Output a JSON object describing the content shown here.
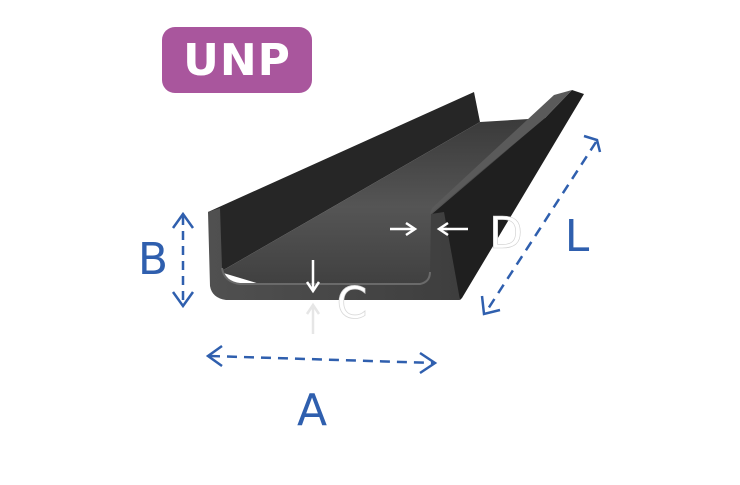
{
  "badge": {
    "text": "UNP"
  },
  "labels": {
    "a": "A",
    "b": "B",
    "c": "C",
    "d": "D",
    "l": "L"
  },
  "colors": {
    "badge_bg": "#a9569d",
    "badge_text": "#ffffff",
    "dimension_blue": "#2f5fae",
    "steel_dark": "#2b2b2b",
    "steel_light": "#4a4a4a",
    "inner_white": "#ffffff"
  }
}
